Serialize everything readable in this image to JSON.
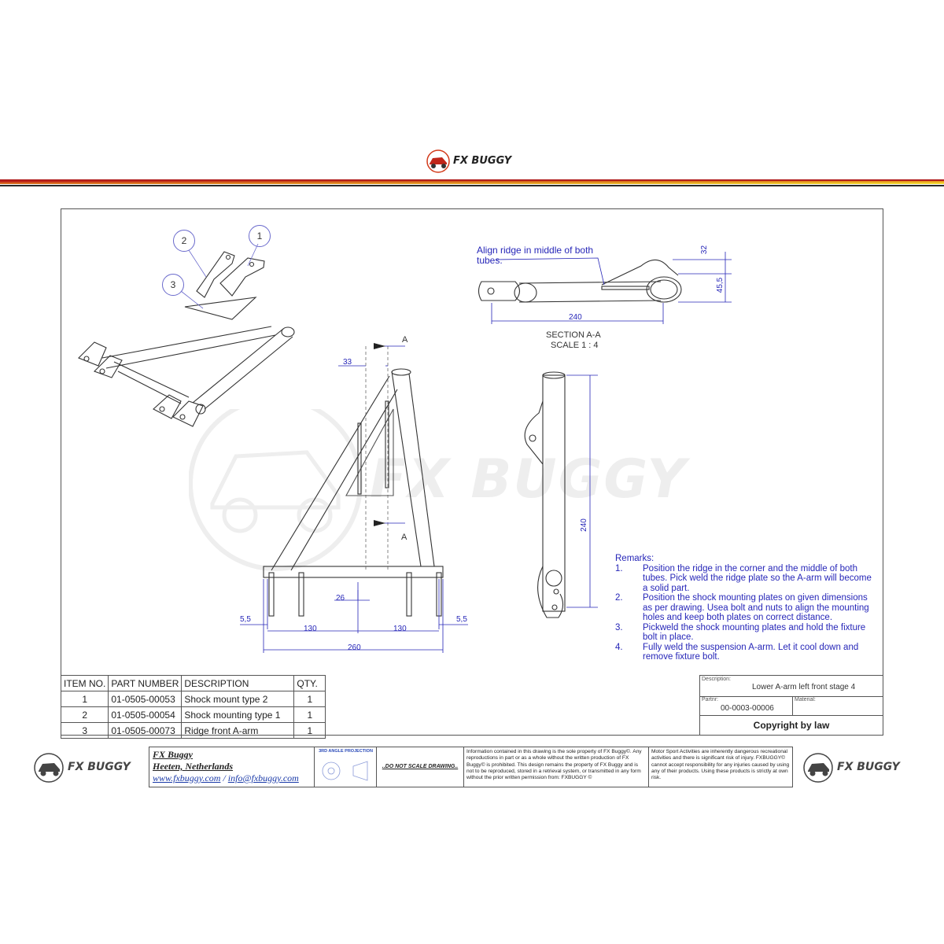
{
  "header": {
    "logo_text": "FX BUGGY",
    "stripe_colors": [
      "#b01a1a",
      "#e8a020",
      "#f2d830",
      "#2a2a2a"
    ]
  },
  "sheet": {
    "balloons": [
      "2",
      "1",
      "3"
    ],
    "section": {
      "note": "Align ridge in middle of both tubes.",
      "title": "SECTION A-A",
      "scale": "SCALE 1 : 4",
      "dim_len": "240",
      "dim_top": "32",
      "dim_side": "45,5"
    },
    "front": {
      "dim_33": "33",
      "label_a_top": "A",
      "label_a_bottom": "A",
      "dim_26": "26",
      "dim_55_left": "5,5",
      "dim_55_right": "5,5",
      "dim_130_left": "130",
      "dim_130_right": "130",
      "dim_260": "260"
    },
    "side": {
      "dim_240": "240"
    },
    "watermark": "FX BUGGY",
    "remarks": {
      "title": "Remarks:",
      "items": [
        {
          "num": "1.",
          "text": "Position the ridge in the corner and the middle of both tubes. Pick weld the ridge plate so the A-arm will become a solid part."
        },
        {
          "num": "2.",
          "text": "Position the shock mounting plates on given dimensions as per drawing. Usea bolt and nuts to align the mounting holes and keep both plates on correct distance."
        },
        {
          "num": "3.",
          "text": "Pickweld the shock mounting plates and hold the fixture bolt in place."
        },
        {
          "num": "4.",
          "text": "Fully weld the suspension A-arm. Let it cool down and remove fixture bolt."
        }
      ]
    },
    "bom": {
      "headers": [
        "ITEM NO.",
        "PART NUMBER",
        "DESCRIPTION",
        "QTY."
      ],
      "rows": [
        [
          "1",
          "01-0505-00053",
          "Shock mount type 2",
          "1"
        ],
        [
          "2",
          "01-0505-00054",
          "Shock mounting type 1",
          "1"
        ],
        [
          "3",
          "01-0505-00073",
          "Ridge front A-arm",
          "1"
        ]
      ]
    },
    "title_block": {
      "description_label": "Description:",
      "description": "Lower A-arm left front stage 4",
      "partnr_label": "Partnr:",
      "partnr": "00-0003-00006",
      "material_label": "Material:",
      "material": "",
      "copyright": "Copyright by law"
    }
  },
  "footer": {
    "logo_left": "FX BUGGY",
    "logo_right": "FX BUGGY",
    "company": "FX Buggy",
    "location": "Heeten, Netherlands",
    "web": "www.fxbuggy.com",
    "sep": " / ",
    "email": "info@fxbuggy.com",
    "projection_title": "3RD ANGLE PROJECTION",
    "do_not_scale": "..DO NOT SCALE DRAWING..",
    "legal_1": "Information contained in this drawing is the sole property of FX Buggy©. Any reproductions in part or as a whole without the written production of FX Buggy© is prohibited. This design remains the property of FX Buggy and is not to be reproduced, stored in a retrieval system, or transmitted in any form without the prior written permission from: FXBUGGY ©",
    "legal_2": "Motor Sport Activities are inherently dangerous recreational activities and there is significant risk of injury. FXBUGGY© cannot accept responsibility for any injuries caused by using any of their products. Using these products is strictly at own risk."
  }
}
